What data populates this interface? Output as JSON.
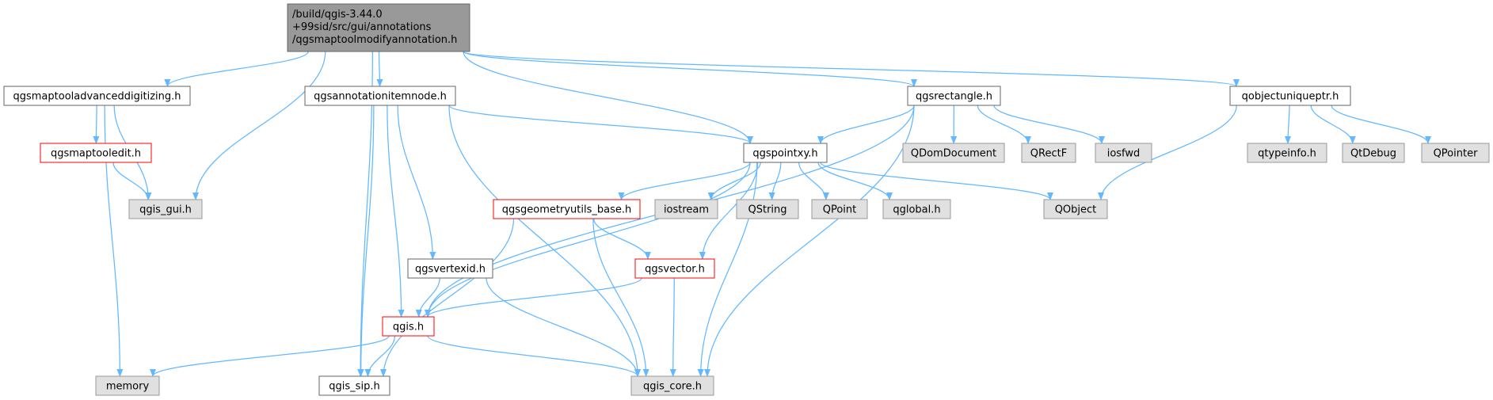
{
  "colors": {
    "edge": "#63b8ff",
    "root_fill": "#999999",
    "root_stroke": "#666666",
    "normal_fill": "#ffffff",
    "normal_stroke": "#666666",
    "missing_fill": "#e0e0e0",
    "missing_stroke": "#999999",
    "truncated_stroke": "#ff0000"
  },
  "nodes": [
    {
      "id": "root",
      "lines": [
        "/build/qgis-3.44.0",
        "+99sid/src/gui/annotations",
        "/qgsmaptoolmodifyannotation.h"
      ],
      "kind": "root"
    },
    {
      "id": "advdig",
      "lines": [
        "qgsmaptooladvanceddigitizing.h"
      ],
      "kind": "normal"
    },
    {
      "id": "mapedit",
      "lines": [
        "qgsmaptooledit.h"
      ],
      "kind": "truncated"
    },
    {
      "id": "gui",
      "lines": [
        "qgis_gui.h"
      ],
      "kind": "missing"
    },
    {
      "id": "memory",
      "lines": [
        "memory"
      ],
      "kind": "missing"
    },
    {
      "id": "annotnode",
      "lines": [
        "qgsannotationitemnode.h"
      ],
      "kind": "normal"
    },
    {
      "id": "rectangle",
      "lines": [
        "qgsrectangle.h"
      ],
      "kind": "normal"
    },
    {
      "id": "uniqueptr",
      "lines": [
        "qobjectuniqueptr.h"
      ],
      "kind": "normal"
    },
    {
      "id": "pointxy",
      "lines": [
        "qgspointxy.h"
      ],
      "kind": "normal"
    },
    {
      "id": "qdomdoc",
      "lines": [
        "QDomDocument"
      ],
      "kind": "missing"
    },
    {
      "id": "qrectf",
      "lines": [
        "QRectF"
      ],
      "kind": "missing"
    },
    {
      "id": "iosfwd",
      "lines": [
        "iosfwd"
      ],
      "kind": "missing"
    },
    {
      "id": "qtypeinfo",
      "lines": [
        "qtypeinfo.h"
      ],
      "kind": "missing"
    },
    {
      "id": "qtdebug",
      "lines": [
        "QtDebug"
      ],
      "kind": "missing"
    },
    {
      "id": "qpointer",
      "lines": [
        "QPointer"
      ],
      "kind": "missing"
    },
    {
      "id": "geomutils",
      "lines": [
        "qgsgeometryutils_base.h"
      ],
      "kind": "truncated"
    },
    {
      "id": "iostream",
      "lines": [
        "iostream"
      ],
      "kind": "missing"
    },
    {
      "id": "qstring",
      "lines": [
        "QString"
      ],
      "kind": "missing"
    },
    {
      "id": "qpoint",
      "lines": [
        "QPoint"
      ],
      "kind": "missing"
    },
    {
      "id": "qglobal",
      "lines": [
        "qglobal.h"
      ],
      "kind": "missing"
    },
    {
      "id": "qobject",
      "lines": [
        "QObject"
      ],
      "kind": "missing"
    },
    {
      "id": "vertexid",
      "lines": [
        "qgsvertexid.h"
      ],
      "kind": "normal"
    },
    {
      "id": "vector",
      "lines": [
        "qgsvector.h"
      ],
      "kind": "truncated"
    },
    {
      "id": "qgis",
      "lines": [
        "qgis.h"
      ],
      "kind": "truncated"
    },
    {
      "id": "sip",
      "lines": [
        "qgis_sip.h"
      ],
      "kind": "normal"
    },
    {
      "id": "core",
      "lines": [
        "qgis_core.h"
      ],
      "kind": "missing"
    }
  ],
  "edges": [
    [
      "root",
      "advdig"
    ],
    [
      "root",
      "gui"
    ],
    [
      "root",
      "sip"
    ],
    [
      "root",
      "annotnode"
    ],
    [
      "root",
      "pointxy"
    ],
    [
      "root",
      "rectangle"
    ],
    [
      "root",
      "uniqueptr"
    ],
    [
      "advdig",
      "mapedit"
    ],
    [
      "advdig",
      "gui"
    ],
    [
      "advdig",
      "memory"
    ],
    [
      "mapedit",
      "gui"
    ],
    [
      "annotnode",
      "pointxy"
    ],
    [
      "annotnode",
      "vertexid"
    ],
    [
      "annotnode",
      "qgis"
    ],
    [
      "annotnode",
      "sip"
    ],
    [
      "annotnode",
      "core"
    ],
    [
      "rectangle",
      "pointxy"
    ],
    [
      "rectangle",
      "qdomdoc"
    ],
    [
      "rectangle",
      "qrectf"
    ],
    [
      "rectangle",
      "iosfwd"
    ],
    [
      "rectangle",
      "qgis"
    ],
    [
      "rectangle",
      "core"
    ],
    [
      "uniqueptr",
      "qtypeinfo"
    ],
    [
      "uniqueptr",
      "qtdebug"
    ],
    [
      "uniqueptr",
      "qpointer"
    ],
    [
      "uniqueptr",
      "qobject"
    ],
    [
      "pointxy",
      "geomutils"
    ],
    [
      "pointxy",
      "iostream"
    ],
    [
      "pointxy",
      "qstring"
    ],
    [
      "pointxy",
      "qpoint"
    ],
    [
      "pointxy",
      "qglobal"
    ],
    [
      "pointxy",
      "qobject"
    ],
    [
      "pointxy",
      "vector"
    ],
    [
      "pointxy",
      "qgis"
    ],
    [
      "pointxy",
      "core"
    ],
    [
      "geomutils",
      "vector"
    ],
    [
      "geomutils",
      "sip"
    ],
    [
      "geomutils",
      "core"
    ],
    [
      "vertexid",
      "qgis"
    ],
    [
      "vertexid",
      "core"
    ],
    [
      "vector",
      "qgis"
    ],
    [
      "vector",
      "core"
    ],
    [
      "qgis",
      "memory"
    ],
    [
      "qgis",
      "sip"
    ],
    [
      "qgis",
      "core"
    ]
  ]
}
